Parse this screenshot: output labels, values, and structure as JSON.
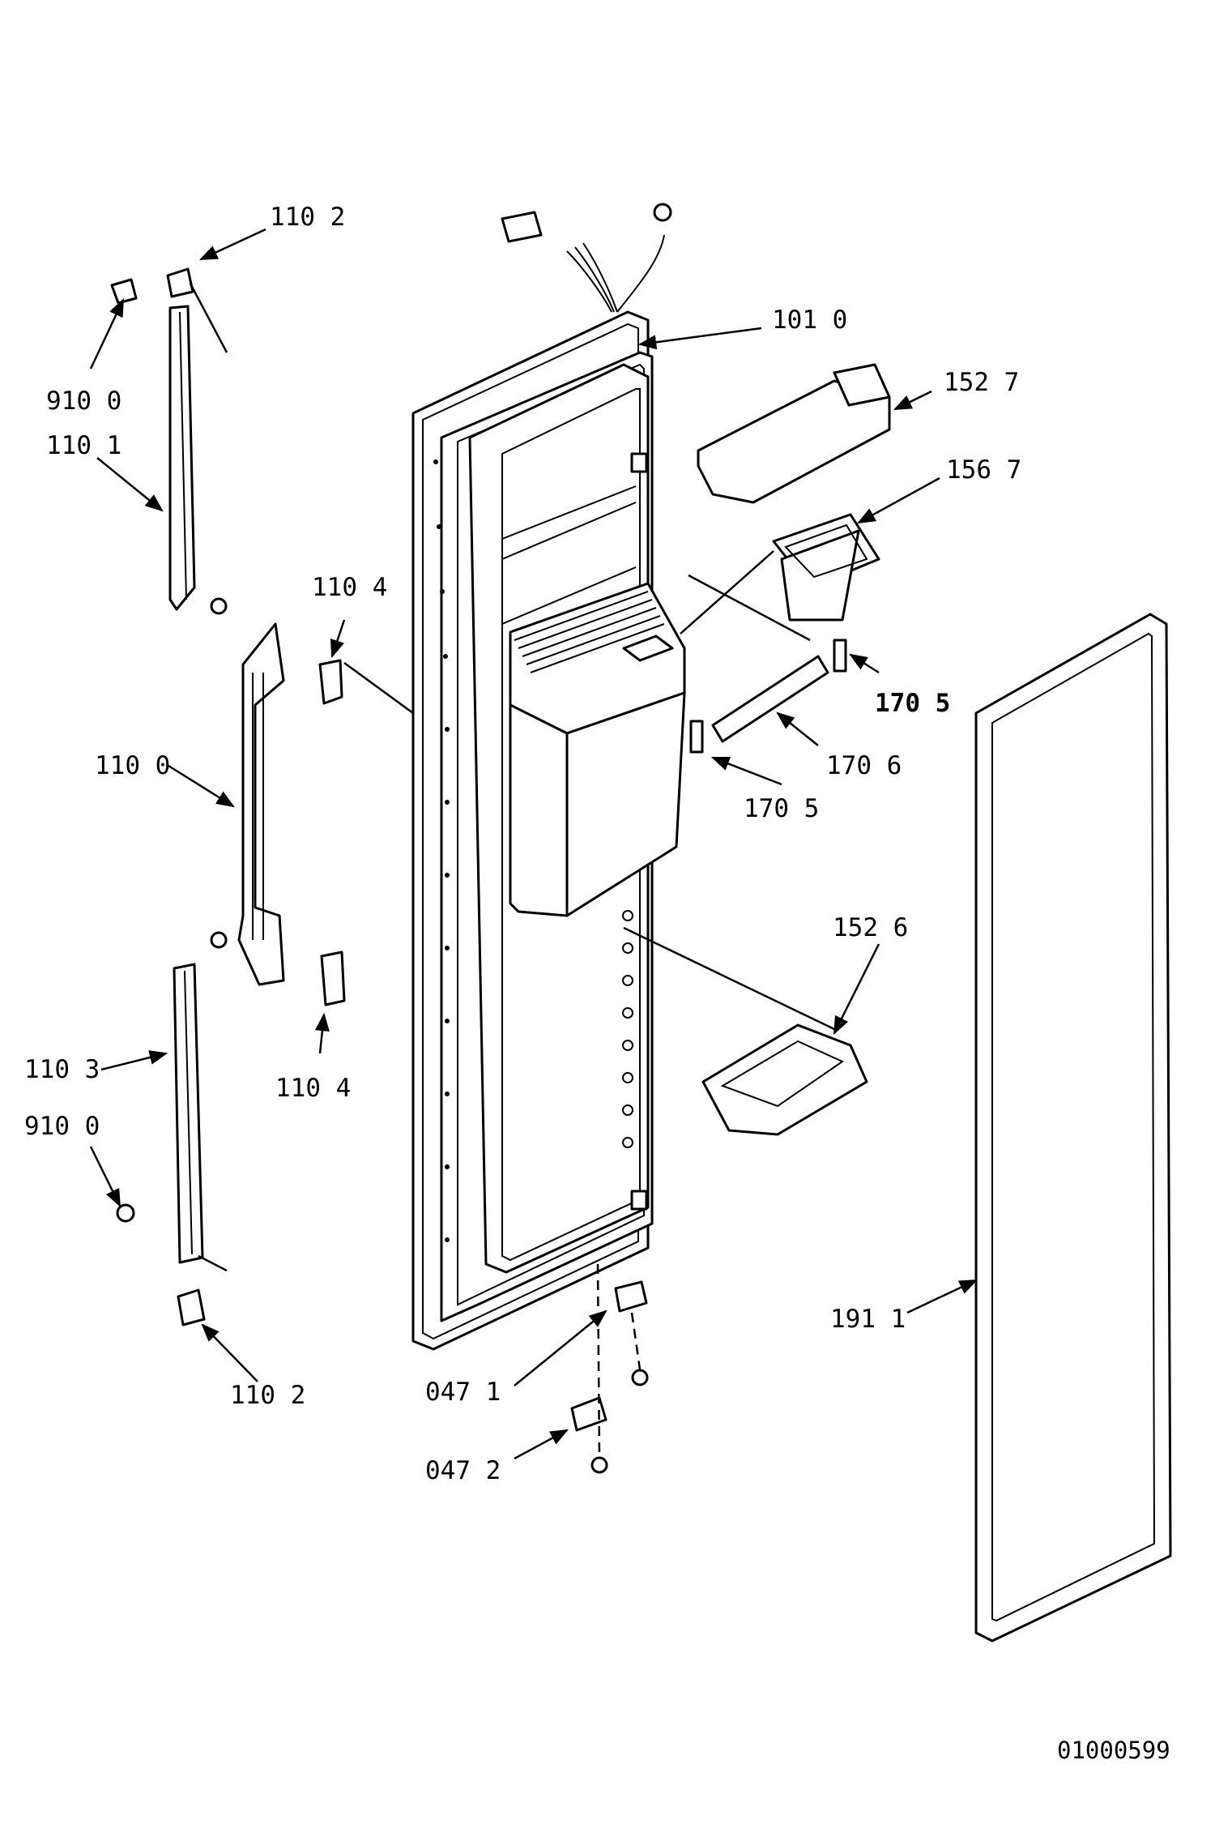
{
  "diagram_code": "01000599",
  "callouts": {
    "c1102_top": "110 2",
    "c9100_top": "910 0",
    "c1101": "110 1",
    "c1104_top": "110 4",
    "c1100": "110 0",
    "c1103": "110 3",
    "c9100_bottom": "910 0",
    "c1104_bottom": "110 4",
    "c1102_bottom": "110 2",
    "c1010": "101 0",
    "c1527": "152 7",
    "c1567": "156 7",
    "c1705_right": "170 5",
    "c1706": "170 6",
    "c1705_left": "170 5",
    "c1526": "152 6",
    "c0471": "047 1",
    "c0472": "047 2",
    "c1911": "191 1"
  },
  "colors": {
    "line": "#000000",
    "background": "#ffffff"
  }
}
